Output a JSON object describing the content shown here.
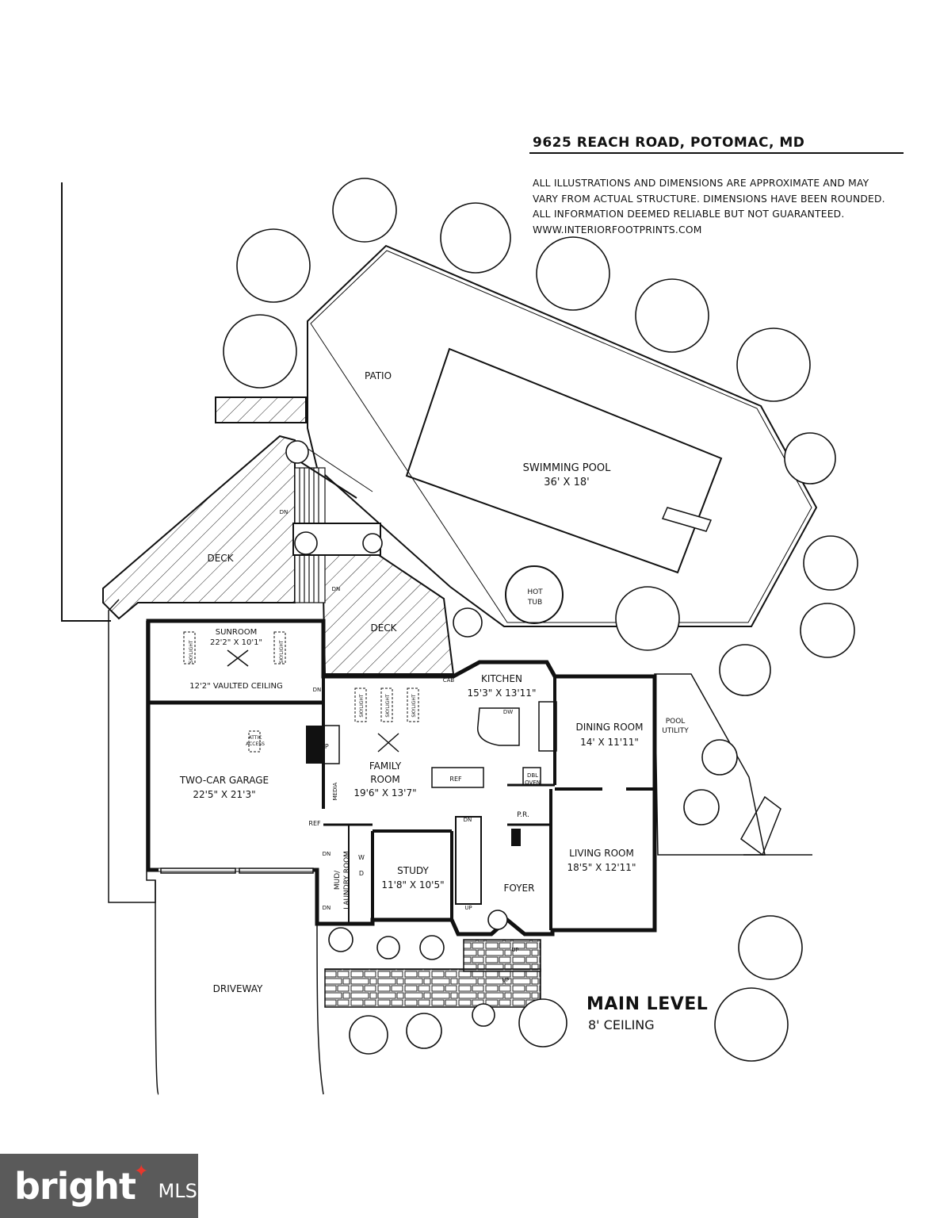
{
  "header": {
    "address": "9625 REACH ROAD, POTOMAC, MD",
    "disclaimer": [
      "ALL ILLUSTRATIONS AND DIMENSIONS ARE APPROXIMATE AND MAY",
      "VARY FROM ACTUAL STRUCTURE. DIMENSIONS HAVE BEEN ROUNDED.",
      "ALL INFORMATION DEEMED RELIABLE BUT NOT GUARANTEED.",
      "WWW.INTERIORFOOTPRINTS.COM"
    ]
  },
  "rooms": {
    "patio": "PATIO",
    "pool": "SWIMMING POOL",
    "pool_dims": "36' X 18'",
    "hot_tub_1": "HOT",
    "hot_tub_2": "TUB",
    "deck_left": "DECK",
    "deck_right": "DECK",
    "sunroom": "SUNROOM",
    "sunroom_dims": "22'2\" X 10'1\"",
    "sunroom_ceiling": "12'2\" VAULTED CEILING",
    "kitchen": "KITCHEN",
    "kitchen_dims": "15'3\" X 13'11\"",
    "dining": "DINING ROOM",
    "dining_dims": "14' X 11'11\"",
    "family_1": "FAMILY",
    "family_2": "ROOM",
    "family_dims": "19'6\" X 13'7\"",
    "garage": "TWO-CAR GARAGE",
    "garage_dims": "22'5\" X 21'3\"",
    "living": "LIVING ROOM",
    "living_dims": "18'5\" X 12'11\"",
    "study": "STUDY",
    "study_dims": "11'8\" X 10'5\"",
    "foyer": "FOYER",
    "mud": "MUD/",
    "laundry": "LAUNDRY ROOM",
    "pool_utility_1": "POOL",
    "pool_utility_2": "UTILITY",
    "powder": "P.R.",
    "driveway": "DRIVEWAY"
  },
  "fixtures": {
    "skylight": "SKYLIGHT",
    "dn": "DN",
    "up": "UP",
    "cab": "CAB",
    "dw": "DW",
    "ref": "REF",
    "dbl": "DBL",
    "oven": "OVEN",
    "fp": "FP",
    "media": "MEDIA",
    "attic_1": "ATTIC",
    "attic_2": "ACCESS",
    "w": "W",
    "d": "D"
  },
  "level": {
    "title": "MAIN LEVEL",
    "ceiling": "8' CEILING"
  },
  "logo": {
    "brand": "bright",
    "suffix": "MLS"
  }
}
